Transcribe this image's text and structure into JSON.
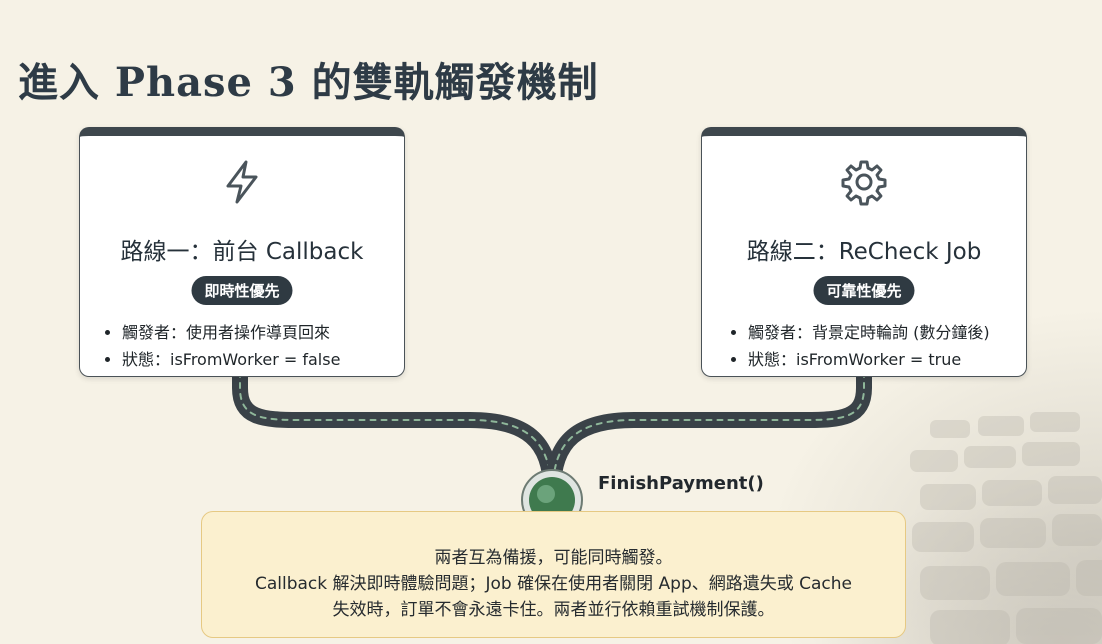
{
  "title": "進入 Phase 3 的雙軌觸發機制",
  "left": {
    "icon": "lightning-icon",
    "title": "路線一：前台 Callback",
    "badge": "即時性優先",
    "bullets": [
      "觸發者：使用者操作導頁回來",
      "狀態：isFromWorker = false"
    ]
  },
  "right": {
    "icon": "gear-icon",
    "title": "路線二：ReCheck Job",
    "badge": "可靠性優先",
    "bullets": [
      "觸發者：背景定時輪詢 (數分鐘後)",
      "狀態：isFromWorker = true"
    ]
  },
  "merge": {
    "label": "FinishPayment()"
  },
  "note": {
    "lines": [
      "兩者互為備援，可能同時觸發。",
      "Callback 解決即時體驗問題；Job 確保在使用者關閉 App、網路遺失或 Cache",
      "失效時，訂單不會永遠卡住。兩者並行依賴重試機制保護。"
    ]
  },
  "colors": {
    "background": "#f6f2e6",
    "card_header": "#3e474d",
    "badge": "#2f3a42",
    "rail": "#3a4248",
    "rail_accent": "#8fb79a",
    "node": "#3f7a4e",
    "note_bg": "#fbf0cf",
    "note_border": "#e6c983"
  }
}
